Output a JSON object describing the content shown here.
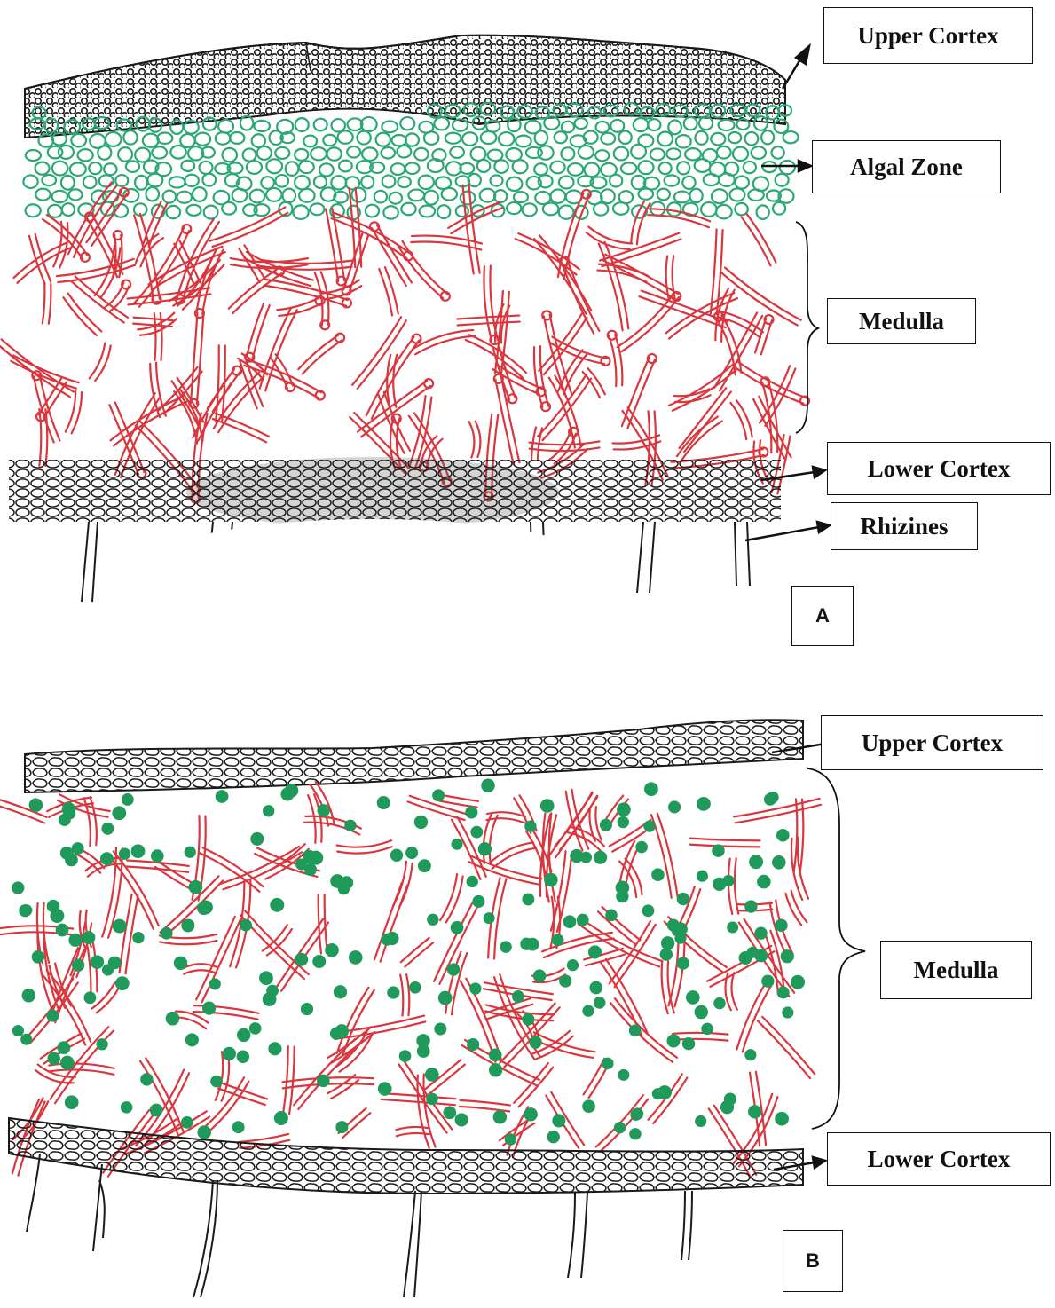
{
  "panel_a": {
    "tag": "A",
    "labels": {
      "upper_cortex": "Upper Cortex",
      "algal_zone": "Algal Zone",
      "medulla": "Medulla",
      "lower_cortex": "Lower Cortex",
      "rhizines": "Rhizines"
    }
  },
  "panel_b": {
    "tag": "B",
    "labels": {
      "upper_cortex": "Upper Cortex",
      "medulla": "Medulla",
      "lower_cortex": "Lower Cortex"
    }
  },
  "colors": {
    "hyphae": "#d9363e",
    "algae_a": "#2aa875",
    "algae_b": "#1f9a5a",
    "cortex_ink": "#1a1a1a"
  }
}
